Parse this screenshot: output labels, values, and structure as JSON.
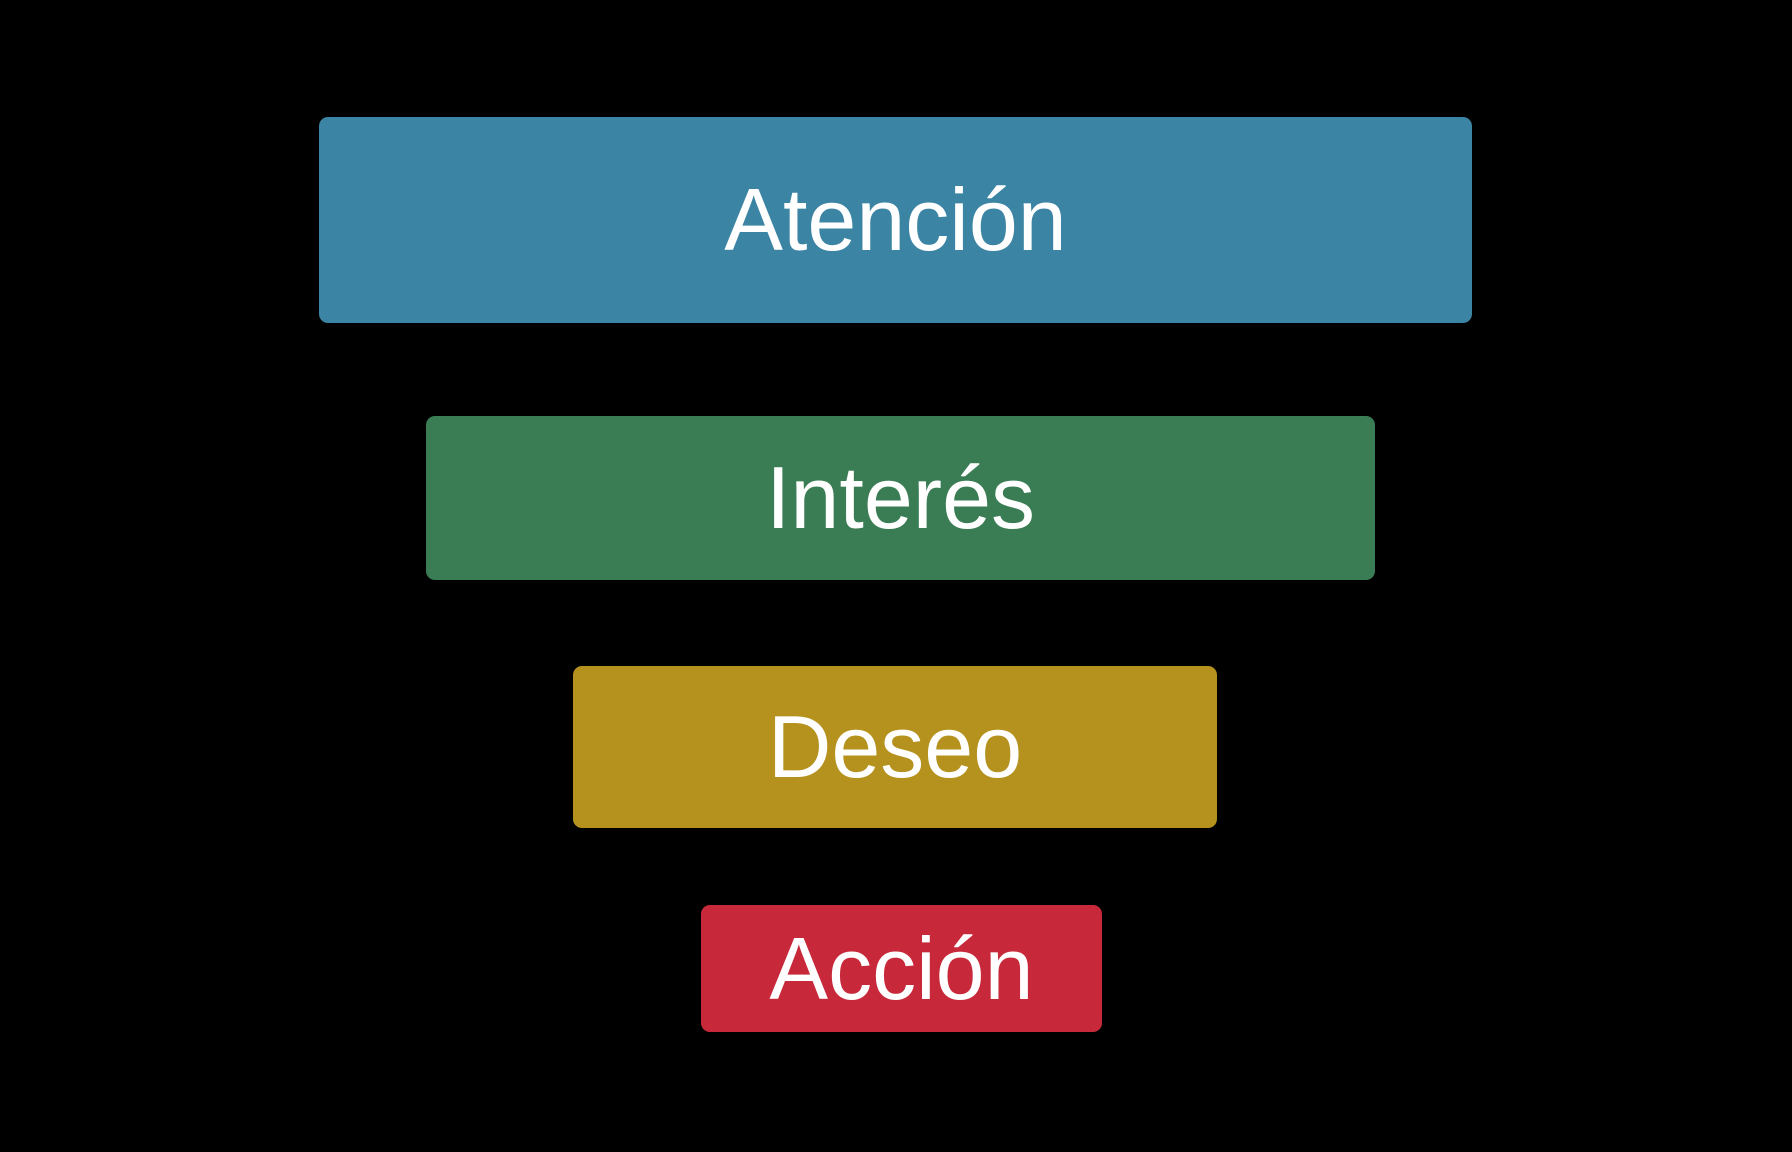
{
  "background_color": "#000000",
  "text_color": "#FFFFFF",
  "funnel": {
    "type": "funnel-diagram",
    "levels": [
      {
        "label": "Atención",
        "color": "#3B84A4"
      },
      {
        "label": "Interés",
        "color": "#3A7D55"
      },
      {
        "label": "Deseo",
        "color": "#B5911E"
      },
      {
        "label": "Acción",
        "color": "#C7293B"
      }
    ]
  }
}
